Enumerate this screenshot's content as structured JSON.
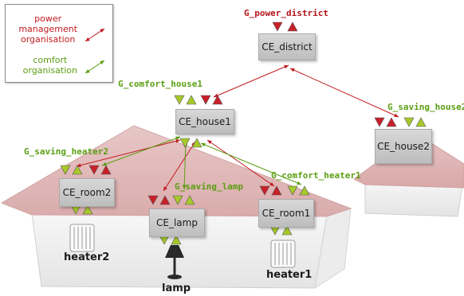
{
  "legend": {
    "power_label": "power\nmanagement\norganisation",
    "comfort_label": "comfort\norganisation"
  },
  "colors": {
    "power": "#c3191f",
    "comfort": "#5a9e12",
    "triangle_green": "#a6c92a",
    "triangle_red": "#c8202a"
  },
  "nodes": {
    "ce_district": "CE_district",
    "ce_house1": "CE_house1",
    "ce_house2": "CE_house2",
    "ce_room2": "CE_room2",
    "ce_lamp": "CE_lamp",
    "ce_room1": "CE_room1"
  },
  "goals": {
    "g_power_district": "G_power_district",
    "g_comfort_house1": "G_comfort_house1",
    "g_saving_house2": "G_saving_house2",
    "g_saving_heater2": "G_saving_heater2",
    "g_saving_lamp": "G_saving_lamp",
    "g_comfort_heater1": "G_comfort_heater1"
  },
  "devices": {
    "heater2": "heater2",
    "heater1": "heater1",
    "lamp": "lamp"
  }
}
